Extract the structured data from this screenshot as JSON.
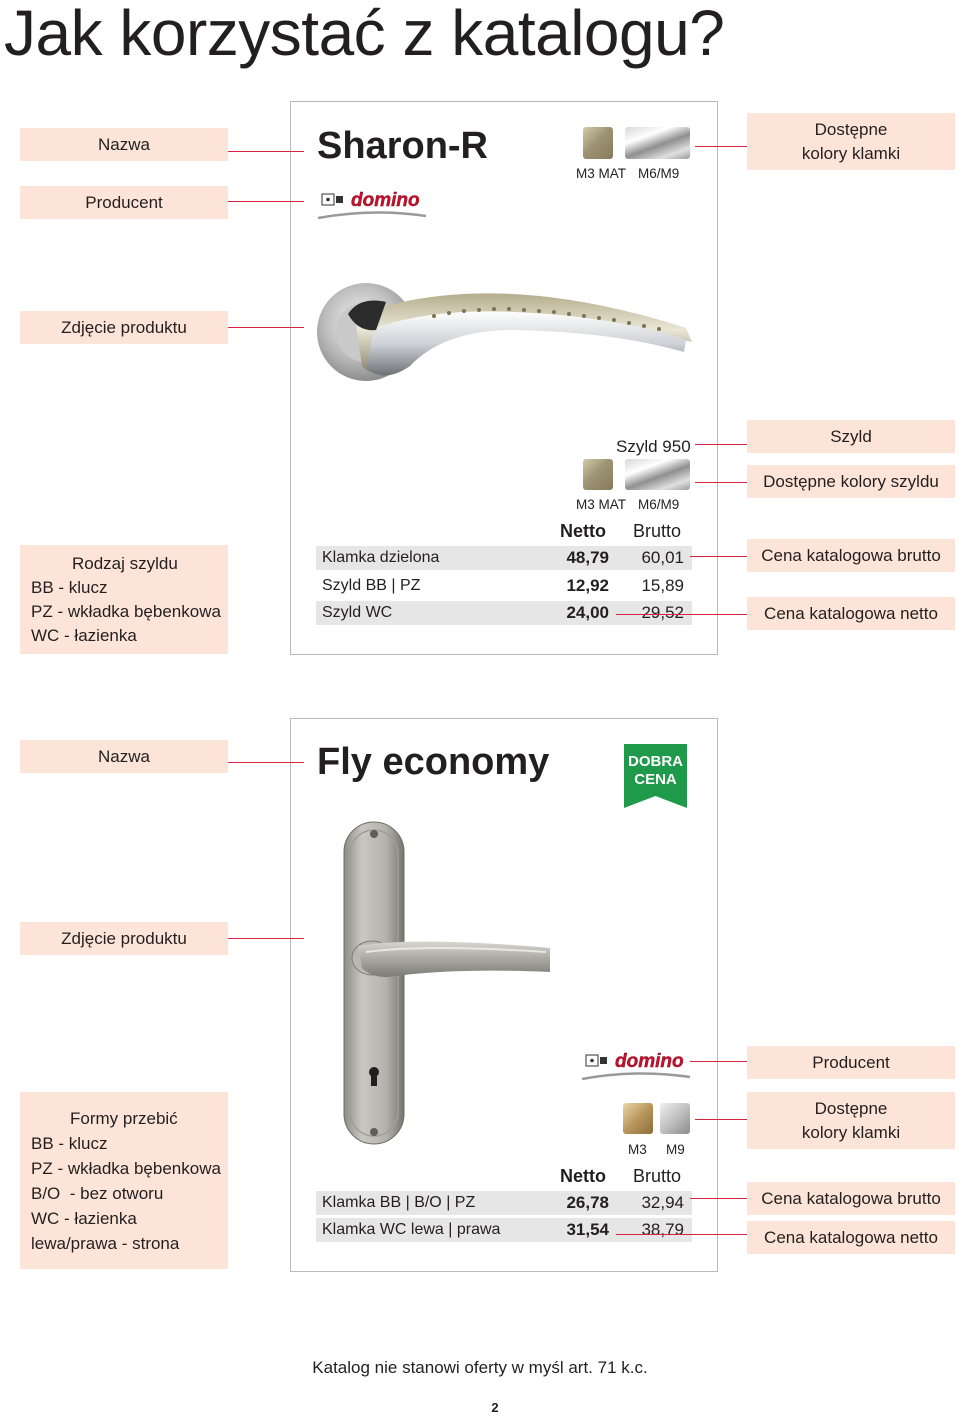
{
  "page": {
    "title": "Jak korzystać z katalogu?",
    "footer": "Katalog nie stanowi oferty w myśl art. 71 k.c.",
    "page_number": "2"
  },
  "product1": {
    "name": "Sharon-R",
    "brand": "domino",
    "handle_colors": [
      "M3 MAT",
      "M6/M9"
    ],
    "plate_name": "Szyld 950",
    "plate_colors": [
      "M3 MAT",
      "M6/M9"
    ],
    "price_headers": {
      "netto": "Netto",
      "brutto": "Brutto"
    },
    "rows": [
      {
        "label": "Klamka dzielona",
        "netto": "48,79",
        "brutto": "60,01"
      },
      {
        "label": "Szyld BB | PZ",
        "netto": "12,92",
        "brutto": "15,89"
      },
      {
        "label": "Szyld WC",
        "netto": "24,00",
        "brutto": "29,52"
      }
    ],
    "labels_left": {
      "name": "Nazwa",
      "producer": "Producent",
      "photo": "Zdjęcie produktu",
      "plate_type": [
        "Rodzaj szyldu",
        "BB - klucz",
        "PZ - wkładka bębenkowa",
        "WC - łazienka"
      ]
    },
    "labels_right": {
      "handle_colors": [
        "Dostępne",
        "kolory klamki"
      ],
      "plate": "Szyld",
      "plate_colors": "Dostępne kolory szyldu",
      "price_brutto": "Cena katalogowa brutto",
      "price_netto": "Cena katalogowa netto"
    }
  },
  "product2": {
    "name": "Fly economy",
    "badge": [
      "DOBRA",
      "CENA"
    ],
    "brand": "domino",
    "handle_colors": [
      "M3",
      "M9"
    ],
    "price_headers": {
      "netto": "Netto",
      "brutto": "Brutto"
    },
    "rows": [
      {
        "label": "Klamka BB | B/O | PZ",
        "netto": "26,78",
        "brutto": "32,94"
      },
      {
        "label": "Klamka WC lewa | prawa",
        "netto": "31,54",
        "brutto": "38,79"
      }
    ],
    "labels_left": {
      "name": "Nazwa",
      "photo": "Zdjęcie produktu",
      "forms": [
        "Formy przebić",
        "BB - klucz",
        "PZ - wkładka bębenkowa",
        "B/O  - bez otworu",
        "WC - łazienka",
        "lewa/prawa - strona"
      ]
    },
    "labels_right": {
      "producer": "Producent",
      "handle_colors": [
        "Dostępne",
        "kolory klamki"
      ],
      "price_brutto": "Cena katalogowa brutto",
      "price_netto": "Cena katalogowa netto"
    }
  },
  "colors": {
    "accent_line": "#d7233e",
    "label_bg": "#fde4d8",
    "badge_green": "#1e9a4a",
    "brand_red": "#c8102e"
  }
}
